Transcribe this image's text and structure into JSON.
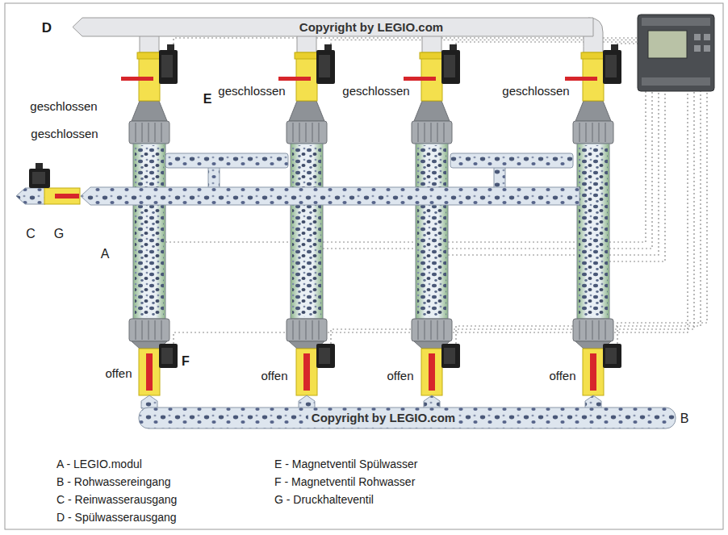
{
  "diagram": {
    "labels": [
      "D",
      "Copyright by LEGIO.com",
      "geschlossen",
      "E",
      "geschlossen",
      "geschlossen",
      "geschlossen",
      "geschlossen",
      "C",
      "G",
      "A",
      "offen",
      "F",
      "offen",
      "offen",
      "offen",
      "Copyright by LEGIO.com",
      "B",
      "A - LEGIO.modul",
      "B - Rohwassereingang",
      "C - Reinwasserausgang",
      "D - Spülwasserausgang",
      "E - Magnetventil Spülwasser",
      "F - Magnetventil Rohwasser",
      "G - Druckhalteventil"
    ]
  }
}
